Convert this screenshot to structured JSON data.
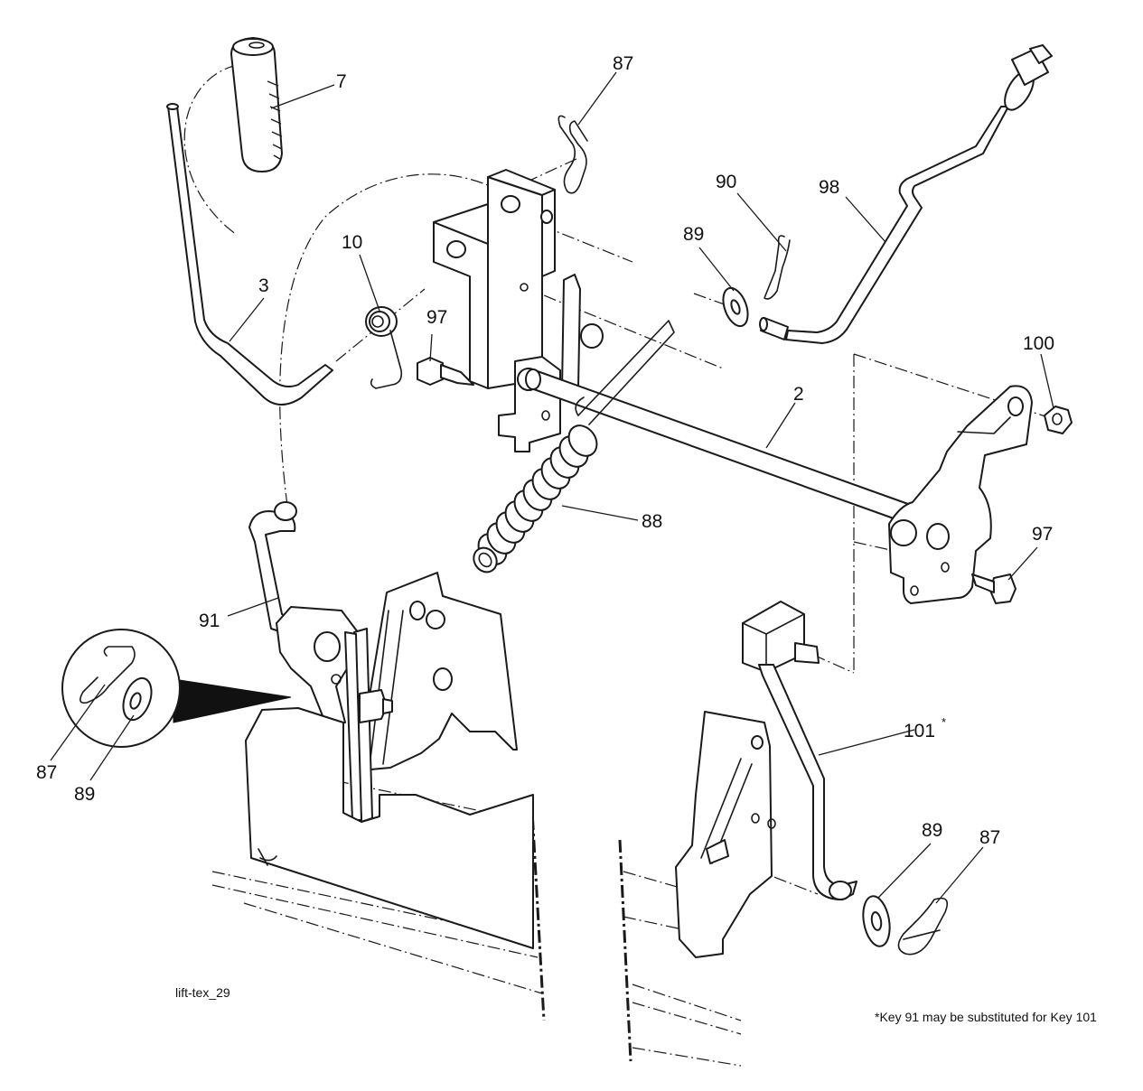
{
  "diagram": {
    "figure_id": "lift-tex_29",
    "footnote": "*Key 91 may be substituted for Key 101",
    "callouts": [
      {
        "key": "7",
        "label": "7"
      },
      {
        "key": "87",
        "label": "87"
      },
      {
        "key": "90",
        "label": "90"
      },
      {
        "key": "98",
        "label": "98"
      },
      {
        "key": "89",
        "label": "89"
      },
      {
        "key": "10",
        "label": "10"
      },
      {
        "key": "3",
        "label": "3"
      },
      {
        "key": "97",
        "label": "97"
      },
      {
        "key": "100",
        "label": "100"
      },
      {
        "key": "2",
        "label": "2"
      },
      {
        "key": "88",
        "label": "88"
      },
      {
        "key": "97",
        "label": "97"
      },
      {
        "key": "91",
        "label": "91"
      },
      {
        "key": "101",
        "label": "101"
      },
      {
        "key": "87",
        "label": "87"
      },
      {
        "key": "89",
        "label": "89"
      },
      {
        "key": "89",
        "label": "89"
      },
      {
        "key": "87",
        "label": "87"
      }
    ],
    "superscript_101": "*"
  }
}
